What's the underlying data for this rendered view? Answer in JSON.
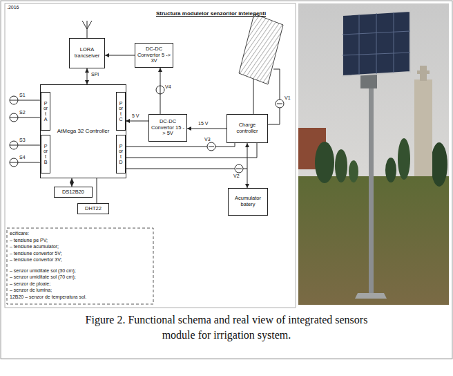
{
  "diagram": {
    "title": "Structura modulelor senzorilor intelegenti",
    "caption": "Figure 2. Functional schema and real view of integrated sensors module for irrigation system.",
    "nodes": [
      {
        "text": [
          "LORA trancseiver"
        ]
      },
      {
        "text": [
          "DC-DC Convertor 5 -> 3V"
        ]
      },
      {
        "text": [
          "AtMega 32 Controller"
        ]
      },
      {
        "text": [
          "Port A"
        ],
        "in": 2
      },
      {
        "text": [
          "Port B"
        ],
        "in": 2
      },
      {
        "text": [
          "Port C"
        ],
        "in": 2
      },
      {
        "text": [
          "Port D"
        ],
        "in": 2
      },
      {
        "text": [
          "DC-DC Convertor 15 -> 5V"
        ]
      },
      {
        "text": [
          "Charge controller"
        ]
      },
      {
        "text": [
          "Acumulator batery"
        ]
      },
      {
        "text": [
          "DS12B20"
        ]
      },
      {
        "text": [
          "DHT22"
        ]
      }
    ],
    "edges": [
      {
        "from": 2,
        "to": 0,
        "label": "SPI",
        "arrow": "both"
      },
      {
        "from": 1,
        "to": 0,
        "arrow": "to"
      },
      {
        "from": 7,
        "to": 5,
        "label": "5 V",
        "arrow": "to"
      },
      {
        "from": 7,
        "to": 1,
        "arrow": "to"
      },
      {
        "from": 8,
        "to": 7,
        "label": "15 V",
        "arrow": "to"
      },
      {
        "from": 8,
        "to": 9,
        "arrow": "both"
      },
      {
        "from": 2,
        "to": 10,
        "arrow": "both"
      },
      {
        "from": 2,
        "to": 11,
        "arrow": "none"
      }
    ],
    "labels": [
      ".2016",
      "S1",
      "S2",
      "S3",
      "S4",
      "V4",
      "V1",
      "V3",
      "V2",
      "ecificare:",
      "– tensiune pe PV;",
      "– tensiune acumulator;",
      "– tensiune convertor 5V;",
      "– tensiune convertor 3V;",
      "– senzor umiditate sol (30 cm);",
      "– senzor umiditate sol (70 cm);",
      "– senzor de ploaie;",
      "– senzor de lumina;",
      "12B20 – senzor de temperatura sol."
    ]
  }
}
